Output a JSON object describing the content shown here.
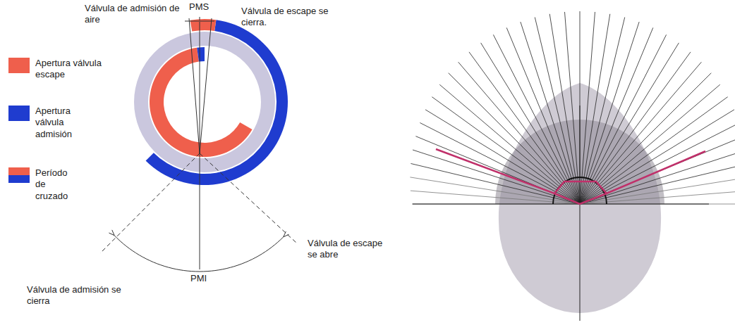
{
  "diagram": {
    "labels": [
      "Válvula de admisión de aire",
      "PMS",
      "Válvula de escape se cierra.",
      "Válvula de escape se abre",
      "Válvula de admisión se cierra",
      "PMI"
    ],
    "legend": [
      {
        "text": "Apertura válvula escape",
        "color": "#ef5f4c"
      },
      {
        "text": "Apertura válvula admisión",
        "color": "#1f3ccf"
      },
      {
        "text": "Período de cruzado"
      }
    ]
  }
}
